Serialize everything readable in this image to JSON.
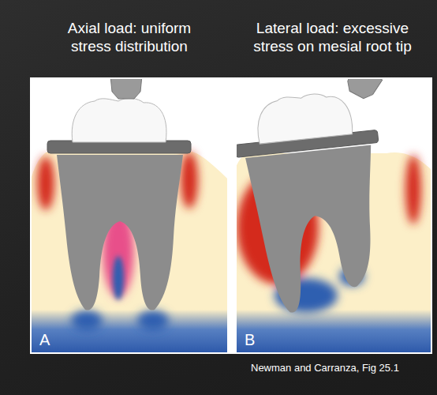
{
  "diagram": {
    "nodes": [
      {
        "text": [
          "Axial load: uniform stress distribution",
          "A"
        ]
      },
      {
        "text": [
          "Lateral load: excessive stress on mesial root tip",
          "B"
        ]
      }
    ],
    "caption": "Newman and Carranza, Fig 25.1"
  }
}
